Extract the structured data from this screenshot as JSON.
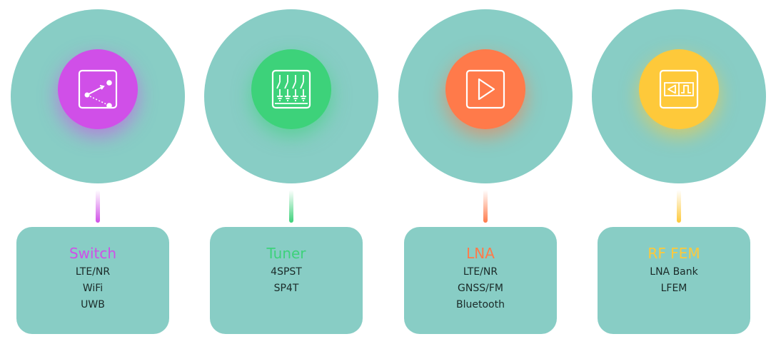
{
  "categories": [
    {
      "title": "Switch",
      "color": "#d04fe8",
      "icon": "switch-icon",
      "items": [
        "LTE/NR",
        "WiFi",
        "UWB"
      ]
    },
    {
      "title": "Tuner",
      "color": "#3dd27a",
      "icon": "tuner-icon",
      "items": [
        "4SPST",
        "SP4T"
      ]
    },
    {
      "title": "LNA",
      "color": "#ff7a4a",
      "icon": "lna-icon",
      "items": [
        "LTE/NR",
        "GNSS/FM",
        "Bluetooth"
      ]
    },
    {
      "title": "RF FEM",
      "color": "#fec93a",
      "icon": "rf-fem-icon",
      "items": [
        "LNA Bank",
        "LFEM"
      ]
    }
  ]
}
